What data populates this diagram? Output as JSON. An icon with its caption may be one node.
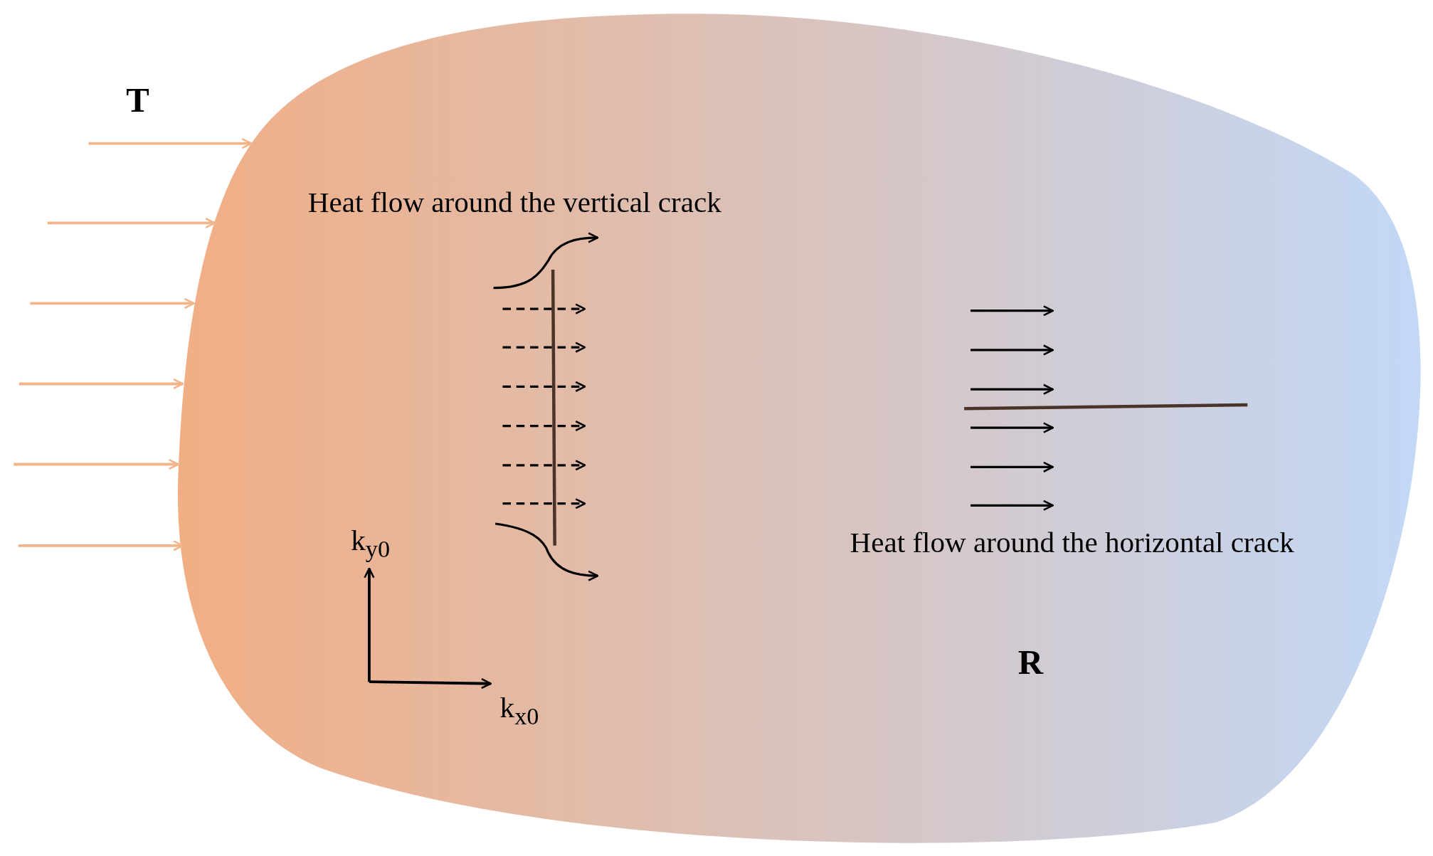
{
  "diagram": {
    "labels": [
      "T",
      "Heat flow around the vertical crack",
      "Heat flow around the horizontal crack",
      "k$_{y0}$",
      "k$_{x0}$",
      "R"
    ]
  }
}
